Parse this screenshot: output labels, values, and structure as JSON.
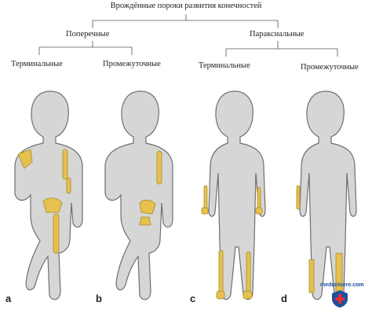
{
  "title": "Врождённые пороки развития конечностей",
  "branches": {
    "transverse": "Поперечные",
    "paraxial": "Параксиальные"
  },
  "leaves": {
    "transverse_terminal": "Терминальные",
    "transverse_intercalary": "Промежуточные",
    "paraxial_terminal": "Терминальные",
    "paraxial_intercalary": "Промежуточные"
  },
  "panels": [
    "a",
    "b",
    "c",
    "d"
  ],
  "watermark": "medunivere.com",
  "colors": {
    "silhouette": "#d6d6d6",
    "outline": "#6f6f6f",
    "bone": "#e6c14d",
    "bone_stroke": "#a88a2a",
    "line": "#555555"
  }
}
